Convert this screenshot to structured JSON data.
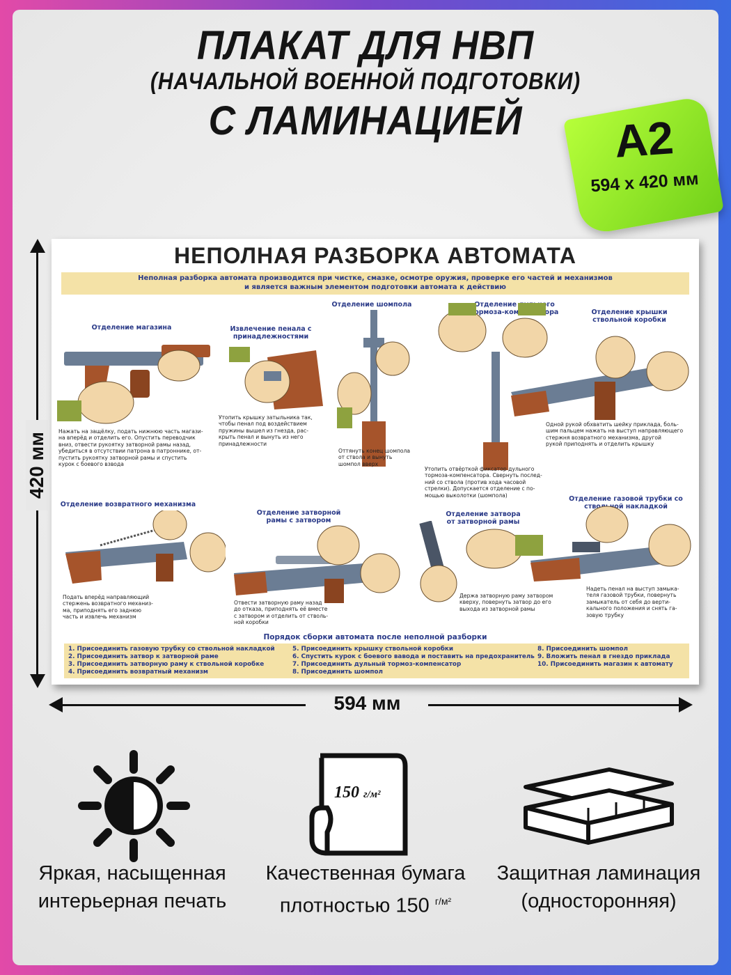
{
  "header": {
    "line1": "ПЛАКАТ ДЛЯ НВП",
    "line2": "(НАЧАЛЬНОЙ ВОЕННОЙ ПОДГОТОВКИ)",
    "line3": "С ЛАМИНАЦИЕЙ"
  },
  "badge": {
    "format": "A2",
    "size": "594 x 420 мм"
  },
  "dimensions": {
    "height": "420 мм",
    "width": "594 мм"
  },
  "poster": {
    "title": "НЕПОЛНАЯ РАЗБОРКА АВТОМАТА",
    "intro_line1": "Неполная разборка автомата производится при чистке, смазке, осмотре оружия, проверке его частей и механизмов",
    "intro_line2": "и является важным элементом подготовки автомата к действию",
    "steps": [
      {
        "title": "Отделение магазина",
        "desc": [
          "Нажать на защёлку, подать нижнюю часть магази-",
          "на вперёд и отделить его. Опустить переводчик",
          "вниз, отвести рукоятку затворной рамы назад,",
          "убедиться в отсутствии патрона в патроннике, от-",
          "пустить рукоятку затворной рамы и спустить",
          "курок с боевого взвода"
        ]
      },
      {
        "title": "Извлечение пенала с принадлежностями",
        "desc": [
          "Утопить крышку затыльника так,",
          "чтобы пенал под воздействием",
          "пружины вышел из гнезда, рас-",
          "крыть пенал и вынуть из него",
          "принадлежности"
        ]
      },
      {
        "title": "Отделение шомпола",
        "desc": [
          "Оттянуть конец шомпола",
          "от ствола и вынуть",
          "шомпол вверх"
        ]
      },
      {
        "title": "Отделение дульного тормоза-компенсатора",
        "desc": [
          "Утопить отвёрткой фиксатор дульного",
          "тормоза-компенсатора. Свернуть послед-",
          "ний со ствола (против хода часовой",
          "стрелки). Допускается отделение с по-",
          "мощью выколотки (шомпола)"
        ]
      },
      {
        "title": "Отделение крышки ствольной коробки",
        "desc": [
          "Одной рукой обхватить шейку приклада, боль-",
          "шим пальцем нажать на выступ направляющего",
          "стержня возвратного механизма, другой",
          "рукой приподнять и отделить крышку"
        ]
      },
      {
        "title": "Отделение возвратного механизма",
        "desc": [
          "Подать вперёд направляющий",
          "стержень возвратного механиз-",
          "ма, приподнять его заднюю",
          "часть и извлечь механизм"
        ]
      },
      {
        "title": "Отделение затворной рамы с затвором",
        "desc": [
          "Отвести затворную раму назад",
          "до отказа, приподнять её вместе",
          "с затвором и отделить от стволь-",
          "ной коробки"
        ]
      },
      {
        "title": "Отделение затвора от затворной рамы",
        "desc": [
          "Держа затворную раму затвором",
          "кверху, повернуть затвор до его",
          "выхода из затворной рамы"
        ]
      },
      {
        "title": "Отделение газовой трубки со ствольной накладкой",
        "desc": [
          "Надеть пенал на выступ замыка-",
          "теля газовой трубки, повернуть",
          "замыкатель от себя до верти-",
          "кального положения и снять га-",
          "зовую трубку"
        ]
      }
    ],
    "assembly_title": "Порядок сборки автомата после неполной разборки",
    "assembly": [
      [
        "1. Присоединить газовую трубку со ствольной накладкой",
        "2. Присоединить затвор к затворной раме",
        "3. Присоединить затворную раму к ствольной коробке",
        "4. Присоединить возвратный механизм"
      ],
      [
        "5. Присоединить крышку ствольной коробки",
        "6. Спустить курок с боевого вавода и поставить на предохранитель",
        "7. Присоединить дульный тормоз-компенсатор",
        "8. Присоединить шомпол"
      ],
      [
        "8. Присоединить шомпол",
        "9. Вложить пенал в гнездо приклада",
        "10. Присоединить магазин к автомату"
      ]
    ]
  },
  "features": [
    {
      "icon": "sun-icon",
      "line1": "Яркая, насыщенная",
      "line2": "интерьерная печать"
    },
    {
      "icon": "paper-roll-icon",
      "line1": "Качественная бумага",
      "line2": "плотностью 150",
      "unit": "г/м²",
      "badge": "150",
      "badge_unit": "г/м²"
    },
    {
      "icon": "lamination-icon",
      "line1": "Защитная ламинация",
      "line2": "(односторонняя)"
    }
  ],
  "colors": {
    "accent_green": "#8ee82a",
    "poster_band": "#f4e2a7",
    "poster_text_blue": "#2a3a88"
  }
}
